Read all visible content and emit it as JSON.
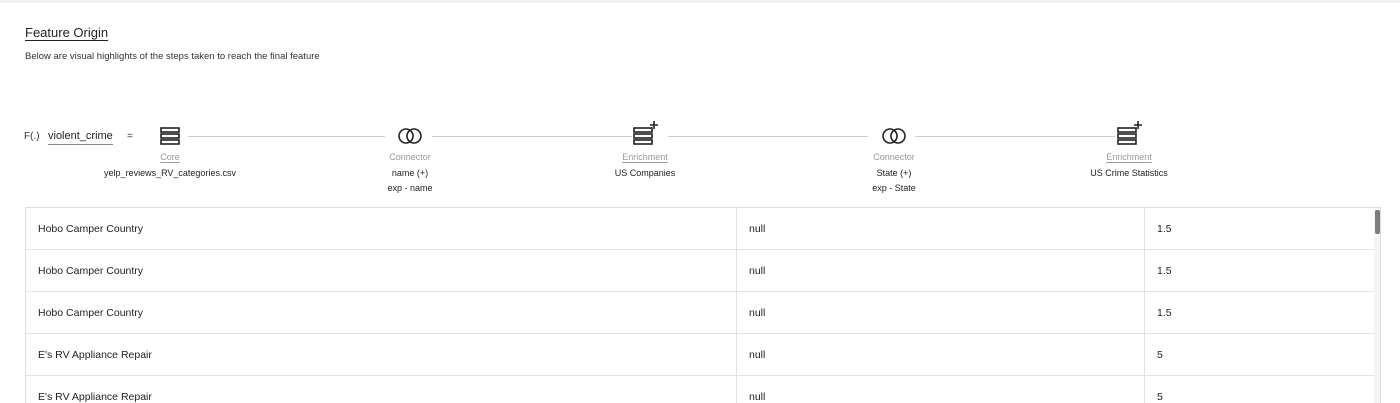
{
  "header": {
    "title": "Feature Origin",
    "subtitle": "Below are visual highlights of the steps taken to reach the final feature"
  },
  "formula": {
    "prefix": "F(.)",
    "feature_name": "violent_crime",
    "equals": "="
  },
  "pipeline": [
    {
      "kind": "Core",
      "icon": "stack-icon",
      "details": [
        "yelp_reviews_RV_categories.csv"
      ],
      "linked": true
    },
    {
      "kind": "Connector",
      "icon": "rings-icon",
      "details": [
        "name (+)",
        "exp - name"
      ],
      "linked": false
    },
    {
      "kind": "Enrichment",
      "icon": "stack-plus-icon",
      "details": [
        "US Companies"
      ],
      "linked": true
    },
    {
      "kind": "Connector",
      "icon": "rings-icon",
      "details": [
        "State (+)",
        "exp - State"
      ],
      "linked": false
    },
    {
      "kind": "Enrichment",
      "icon": "stack-plus-icon",
      "details": [
        "US Crime Statistics"
      ],
      "linked": true
    }
  ],
  "table": {
    "rows": [
      [
        "Hobo Camper Country",
        "null",
        "1.5"
      ],
      [
        "Hobo Camper Country",
        "null",
        "1.5"
      ],
      [
        "Hobo Camper Country",
        "null",
        "1.5"
      ],
      [
        "E's RV Appliance Repair",
        "null",
        "5"
      ],
      [
        "E's RV Appliance Repair",
        "null",
        "5"
      ]
    ]
  }
}
